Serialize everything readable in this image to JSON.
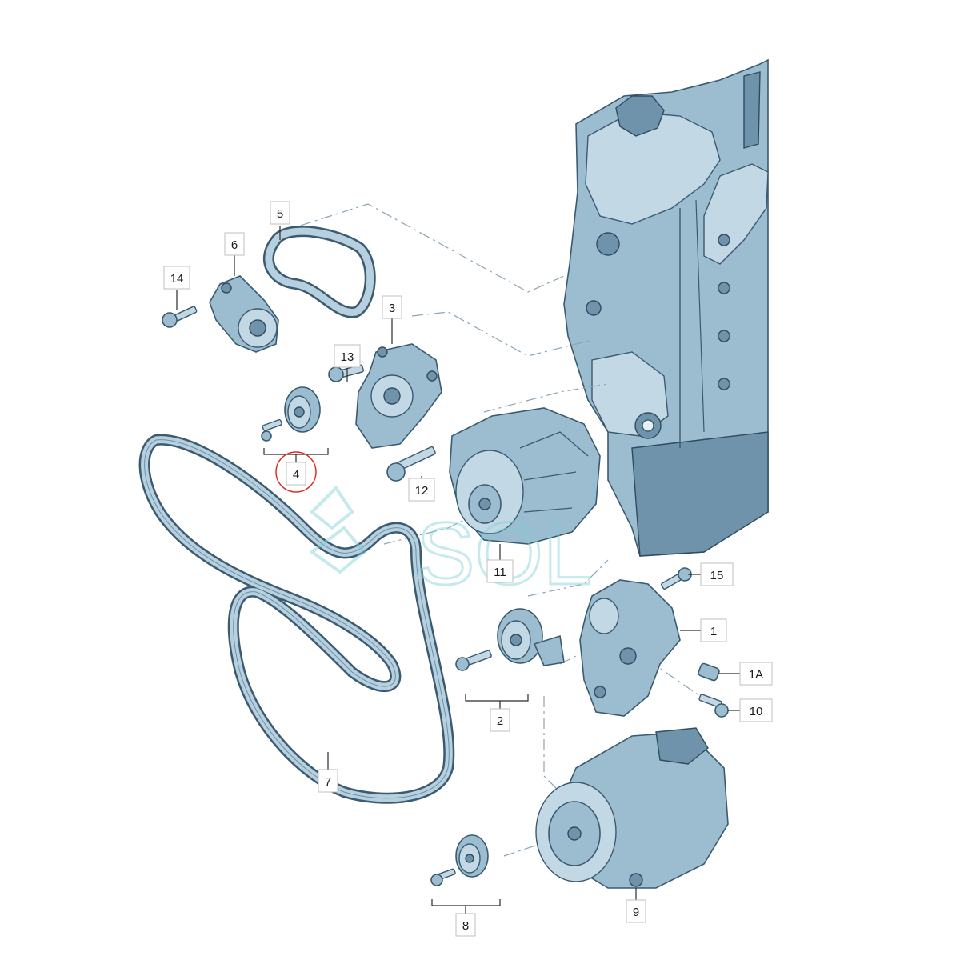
{
  "diagram": {
    "labels": [
      "1",
      "1A",
      "2",
      "3",
      "4",
      "5",
      "6",
      "7",
      "8",
      "9",
      "10",
      "11",
      "12",
      "13",
      "14",
      "15"
    ],
    "watermark": "SOL",
    "highlighted_label": "4",
    "colors": {
      "part_fill": "#9cbcd0",
      "part_stroke": "#3a5a70",
      "highlight_circle": "#d93030",
      "dash_line": "#8aa4b6",
      "watermark": "#7fd0d8"
    }
  }
}
